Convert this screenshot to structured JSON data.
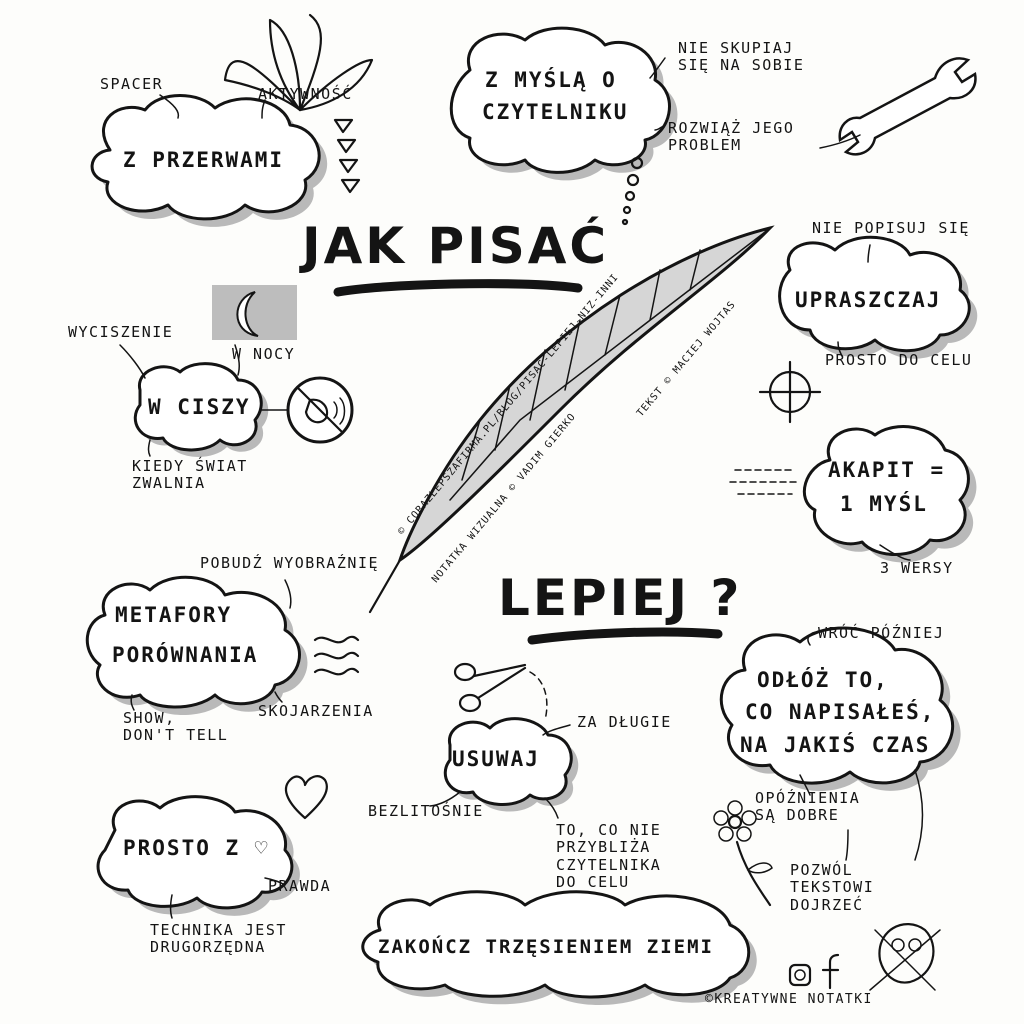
{
  "title_main": "JAK PISAĆ",
  "title_sub": "LEPIEJ ?",
  "credit_url": "© CORAZLEPSZAFIRMA.PL/BLOG/PISAC-LEPIEJ-NIZ-INNI",
  "credit_visual": "NOTATKA WIZUALNA © VADIM GIERKO",
  "credit_text": "TEKST © MACIEJ WOJTAS",
  "copyright": "©KREATYWNE NOTATKI",
  "nodes": {
    "przerwy": {
      "title": "Z PRZERWAMI",
      "notes": [
        "SPACER",
        "AKTYWNOŚĆ"
      ]
    },
    "czytelnik": {
      "title_lines": [
        "Z MYŚLĄ O",
        "CZYTELNIKU"
      ],
      "notes": [
        "NIE SKUPIAJ SIĘ NA SOBIE",
        "ROZWIĄŻ JEGO PROBLEM"
      ]
    },
    "upraszczaj": {
      "title": "UPRASZCZAJ",
      "notes": [
        "NIE POPISUJ SIĘ",
        "PROSTO DO CELU"
      ]
    },
    "cisza": {
      "title": "W CISZY",
      "notes": [
        "WYCISZENIE",
        "W NOCY",
        "KIEDY ŚWIAT ZWALNIA"
      ]
    },
    "akapit": {
      "title_lines": [
        "AKAPIT =",
        "1 MYŚL"
      ],
      "notes": [
        "3 WERSY"
      ]
    },
    "metafory": {
      "title_lines": [
        "METAFORY",
        "PORÓWNANIA"
      ],
      "notes": [
        "POBUDŹ WYOBRAŹNIĘ",
        "SHOW, DON'T TELL",
        "SKOJARZENIA"
      ]
    },
    "usuwaj": {
      "title": "USUWAJ",
      "notes": [
        "ZA DŁUGIE",
        "BEZLITOŚNIE",
        "TO, CO NIE PRZYBLIŻA CZYTELNIKA DO CELU"
      ]
    },
    "odloz": {
      "title_lines": [
        "ODŁÓŻ TO,",
        "CO NAPISAŁEŚ,",
        "NA JAKIŚ CZAS"
      ],
      "notes": [
        "WRÓĆ PÓŹNIEJ",
        "OPÓŹNIENIA SĄ DOBRE",
        "POZWÓL TEKSTOWI DOJRZEĆ"
      ]
    },
    "prosto": {
      "title": "PROSTO Z ♡",
      "notes": [
        "PRAWDA",
        "TECHNIKA JEST DRUGORZĘDNA"
      ]
    },
    "zakoncz": {
      "title": "ZAKOŃCZ TRZĘSIENIEM ZIEMI"
    }
  }
}
